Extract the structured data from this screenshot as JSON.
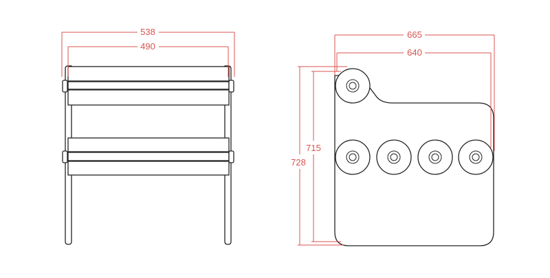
{
  "colors": {
    "dimension": "#d9534f",
    "outline": "#222222",
    "background": "#ffffff"
  },
  "front_view": {
    "overall_width": "538",
    "inner_width": "490"
  },
  "side_view": {
    "overall_width": "665",
    "inner_width": "640",
    "inner_height": "715",
    "overall_height": "728",
    "rollers_visible": 5
  }
}
